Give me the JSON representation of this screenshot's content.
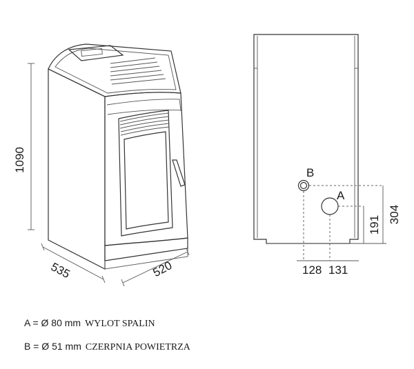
{
  "dimensions": {
    "height": "1090",
    "depth": "535",
    "width": "520",
    "offset_b": "128",
    "offset_a": "131",
    "height_a": "191",
    "height_b": "304"
  },
  "markers": {
    "a": "A",
    "b": "B"
  },
  "legend": [
    {
      "key": "A = Ø 80 mm",
      "value": "WYLOT SPALIN"
    },
    {
      "key": "B = Ø 51 mm",
      "value": "CZERPNIA POWIETRZA"
    }
  ]
}
